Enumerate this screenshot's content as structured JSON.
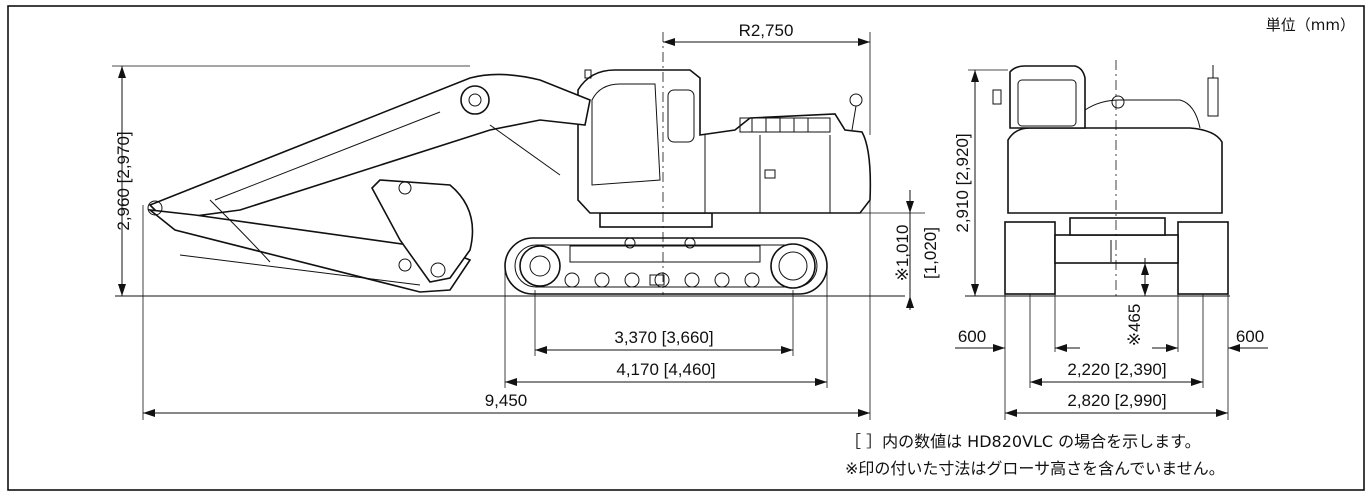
{
  "unit_label": "単位（mm）",
  "dimensions": {
    "swing_radius": "R2,750",
    "overall_height": "2,960 [2,970]",
    "cab_height": "2,910 [2,920]",
    "clearance": "※1,010",
    "clearance_alt": "[1,020]",
    "tumbler_distance": "3,370 [3,660]",
    "crawler_length": "4,170 [4,460]",
    "overall_length": "9,450",
    "shoe_width_left": "600",
    "shoe_width_right": "600",
    "min_ground_clearance": "※465",
    "track_gauge": "2,220 [2,390]",
    "overall_width": "2,820 [2,990]"
  },
  "notes": {
    "line1": "［ ］内の数値は HD820VLC の場合を示します。",
    "line2": "※印の付いた寸法はグローサ高さを含んでいません。"
  },
  "colors": {
    "line": "#111111",
    "background": "#ffffff"
  }
}
